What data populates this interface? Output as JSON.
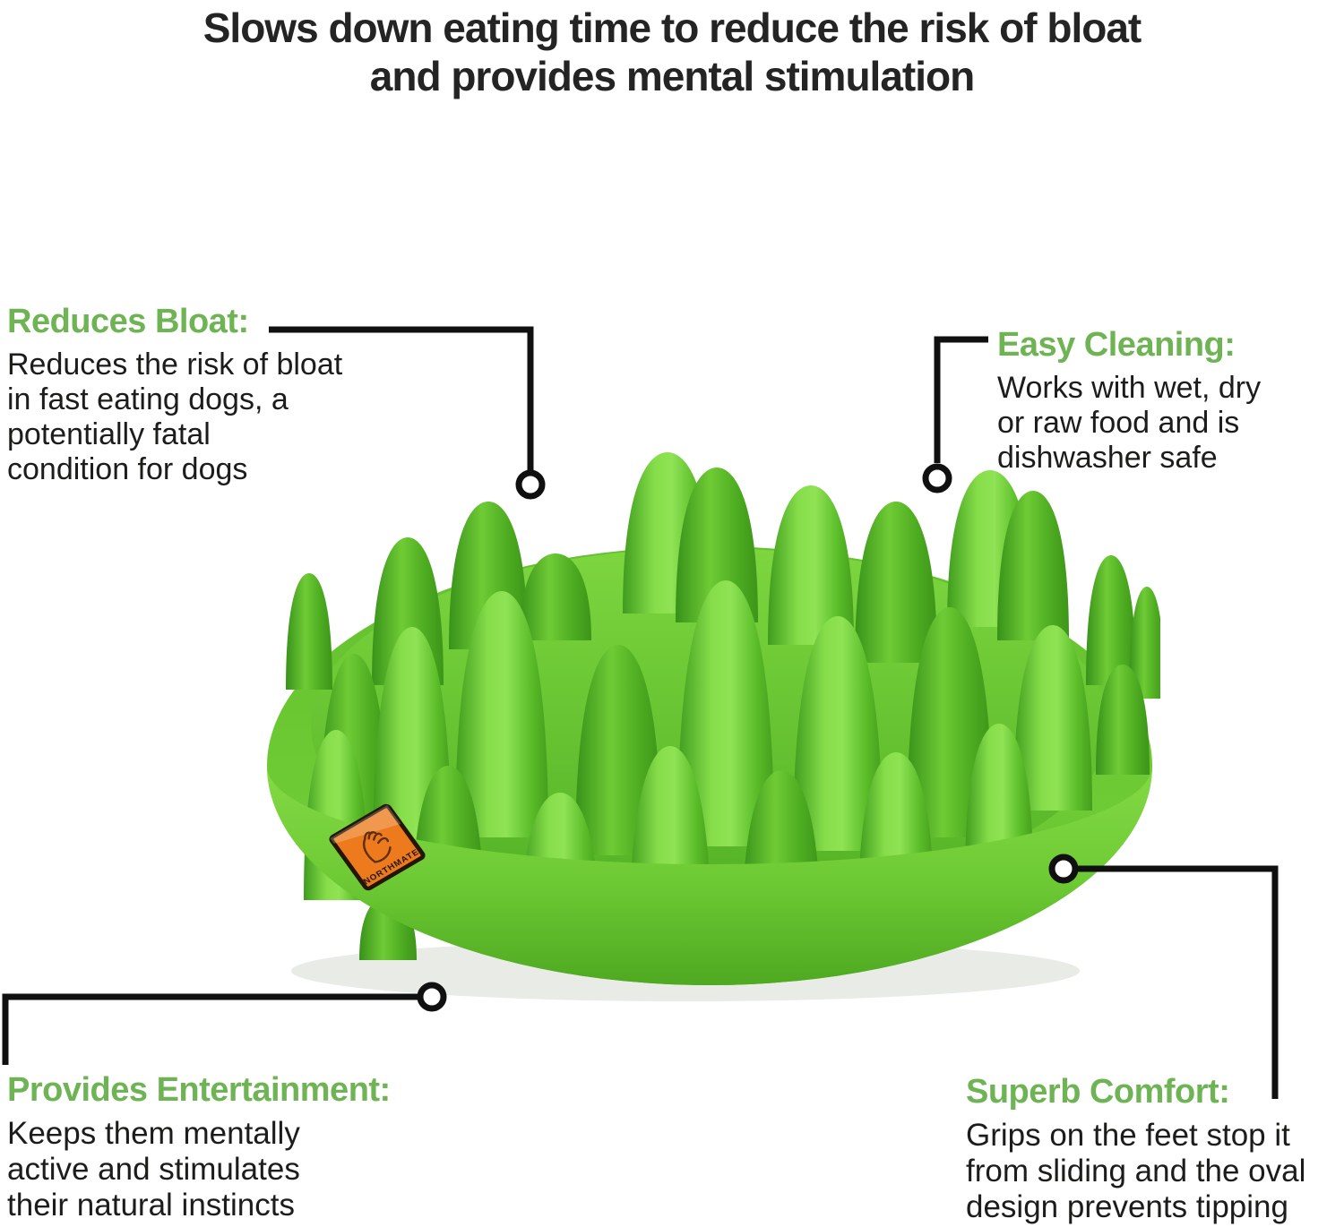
{
  "title": {
    "line1": "Slows down eating time to reduce the risk of bloat",
    "line2": "and provides mental stimulation"
  },
  "callouts": [
    {
      "heading": "Reduces Bloat:",
      "body_lines": [
        "Reduces the risk of bloat",
        "in fast eating dogs, a",
        "potentially fatal",
        "condition for dogs"
      ]
    },
    {
      "heading": "Easy Cleaning:",
      "body_lines": [
        "Works with wet, dry",
        "or raw food and is",
        "dishwasher safe"
      ]
    },
    {
      "heading": "Provides Entertainment:",
      "body_lines": [
        "Keeps them mentally",
        "active and stimulates",
        "their natural instincts"
      ]
    },
    {
      "heading": "Superb Comfort:",
      "body_lines": [
        "Grips on the feet stop it",
        "from sliding and the oval",
        "design prevents tipping"
      ]
    }
  ],
  "product": {
    "name": "grass-style slow feeder bowl",
    "brand_tag": "NORTHMATE"
  },
  "colors": {
    "heading_green": "#6fb454",
    "text_dark": "#1c1c1a",
    "callout_line_black": "#101010",
    "product_green": "#6fcb35",
    "product_green_light": "#8fe354",
    "product_green_dark": "#3f9c1d",
    "tag_orange": "#ed7b1e"
  }
}
